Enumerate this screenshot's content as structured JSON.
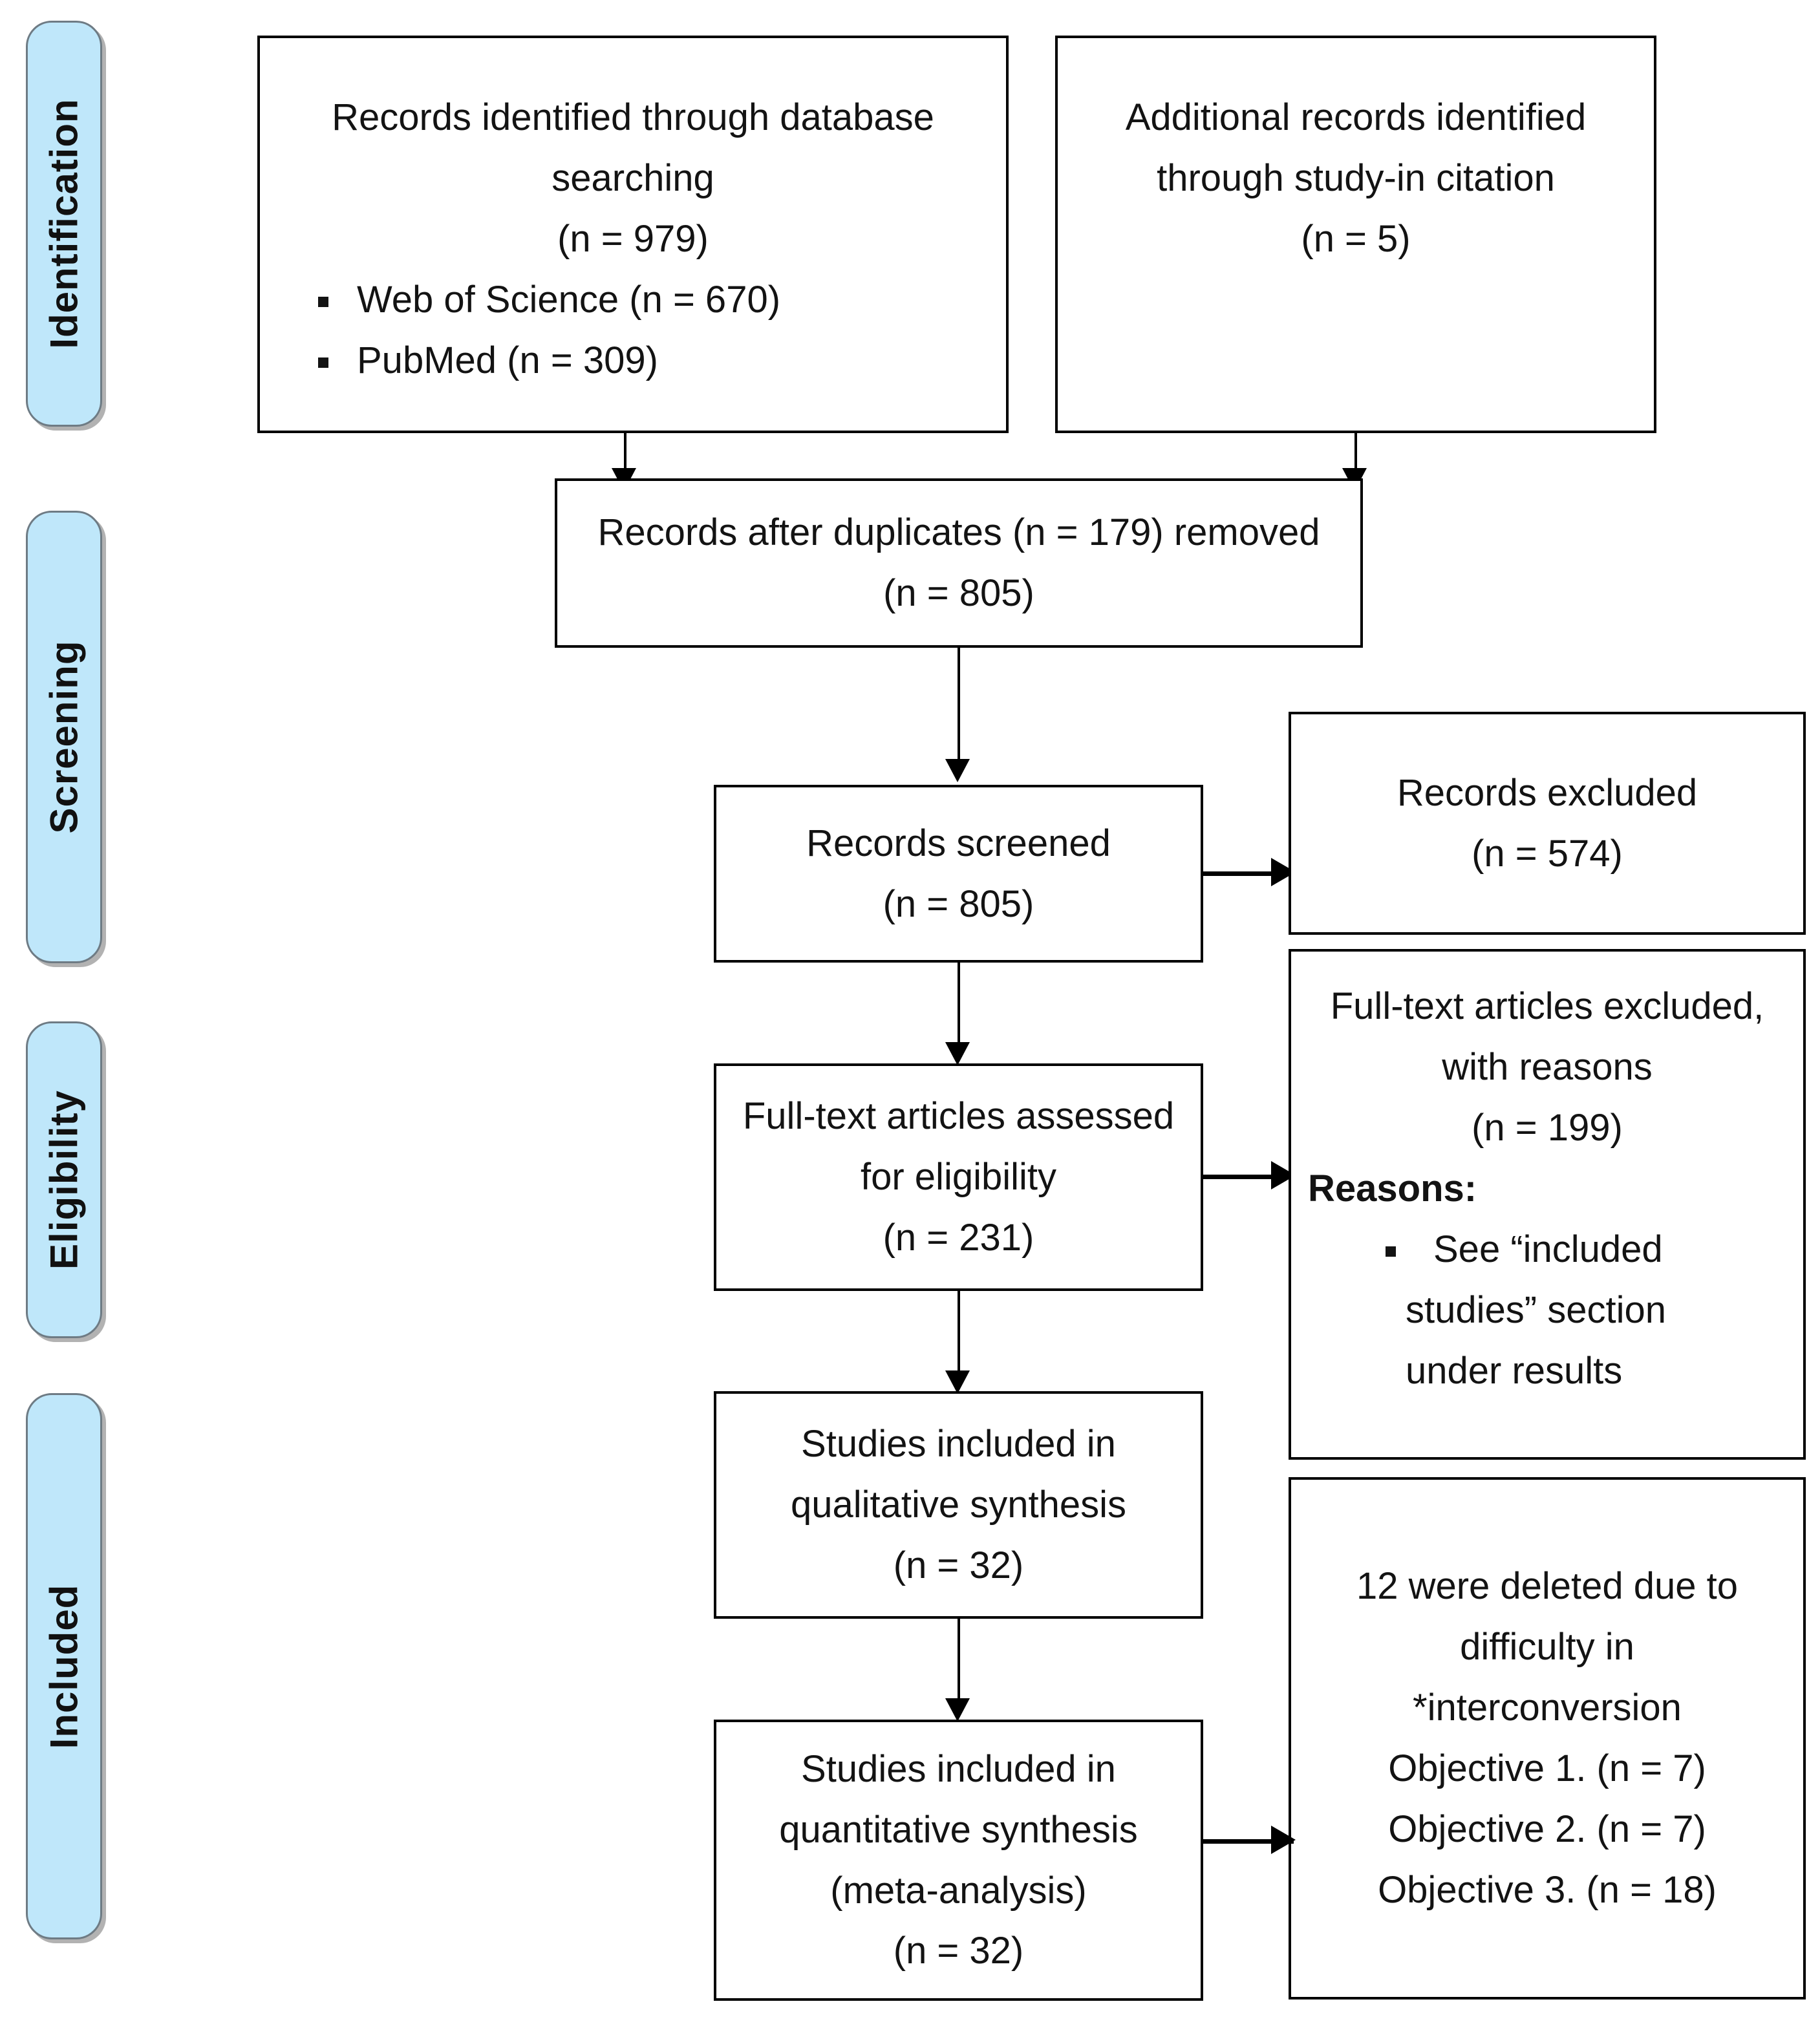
{
  "diagram": {
    "title": "PRISMA flow diagram",
    "accent_color": "#bfe7fa",
    "border_color": "#000000",
    "pill_border_color": "#6e7b84"
  },
  "phases": [
    {
      "id": "identification",
      "label": "Identification"
    },
    {
      "id": "screening",
      "label": "Screening"
    },
    {
      "id": "eligibility",
      "label": "Eligibility"
    },
    {
      "id": "included",
      "label": "Included"
    }
  ],
  "boxes": {
    "database_search": {
      "line1": "Records identified through database",
      "line2": "searching",
      "line3": "(n = 979)",
      "bullets": [
        "Web of Science (n = 670)",
        "PubMed (n = 309)"
      ]
    },
    "additional_records": {
      "line1": "Additional records identified",
      "line2": "through study-in citation",
      "line3": "(n = 5)"
    },
    "duplicates_removed": {
      "line1": "Records after duplicates (n = 179) removed",
      "line2": "(n = 805)"
    },
    "records_screened": {
      "line1": "Records screened",
      "line2": "(n = 805)"
    },
    "records_excluded": {
      "line1": "Records excluded",
      "line2": "(n = 574)"
    },
    "fulltext_assessed": {
      "line1": "Full-text articles assessed",
      "line2": "for eligibility",
      "line3": "(n = 231)"
    },
    "fulltext_excluded": {
      "line1": "Full-text articles excluded,",
      "line2": "with reasons",
      "line3": "(n = 199)",
      "reasons_heading": "Reasons:",
      "bullet1_line1": "See “included",
      "bullet1_line2": "studies” section",
      "bullet1_line3": "under results"
    },
    "qualitative_synthesis": {
      "line1": "Studies included in",
      "line2": "qualitative synthesis",
      "line3": "(n = 32)"
    },
    "quantitative_synthesis": {
      "line1": "Studies included in",
      "line2": "quantitative synthesis",
      "line3": "(meta-analysis)",
      "line4": "(n = 32)"
    },
    "deleted_objectives": {
      "line1": "12 were deleted due to",
      "line2": "difficulty in",
      "line3": "*interconversion",
      "line4": "Objective 1. (n = 7)",
      "line5": "Objective 2. (n = 7)",
      "line6": "Objective 3. (n = 18)"
    }
  }
}
